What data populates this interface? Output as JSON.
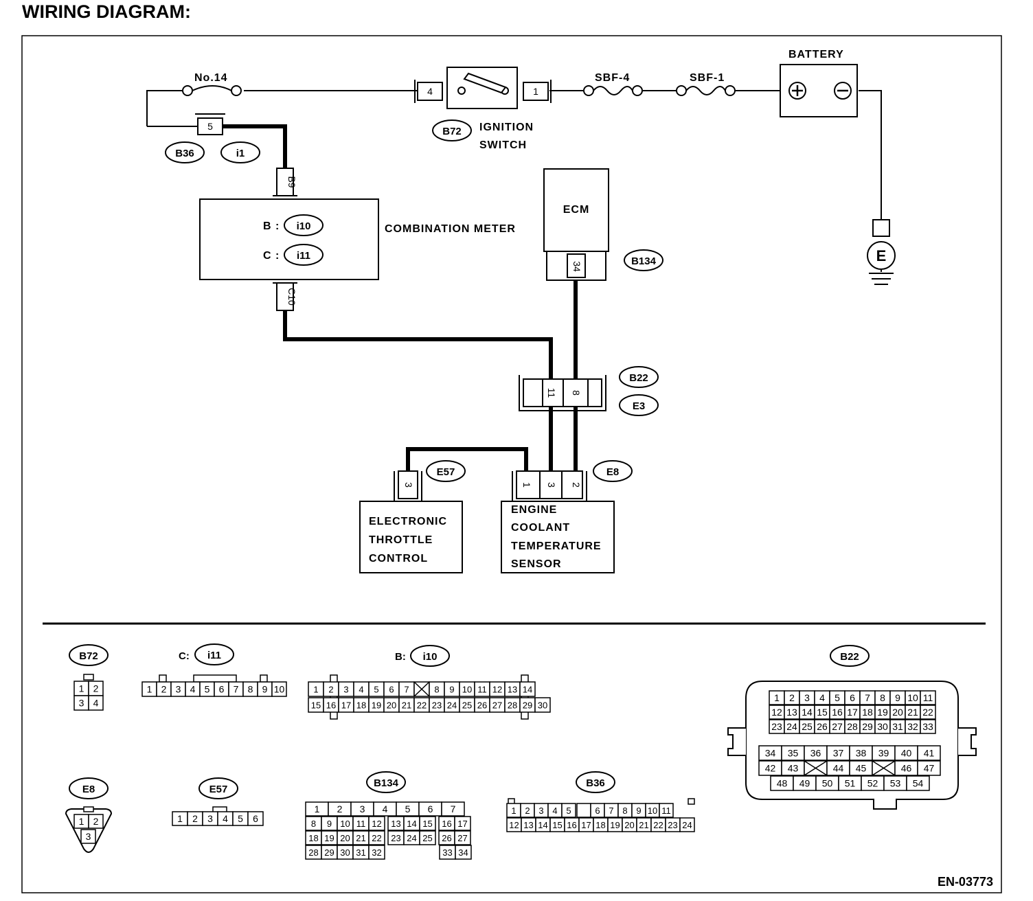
{
  "title": "WIRING DIAGRAM:",
  "doc_code": "EN-03773",
  "components": {
    "fuse_no14": "No.14",
    "battery": "BATTERY",
    "sbf4": "SBF-4",
    "sbf1": "SBF-1",
    "ignition_switch": [
      "IGNITION",
      "SWITCH"
    ],
    "combination_meter": "COMBINATION METER",
    "ecm": "ECM",
    "ground": "E",
    "etc": [
      "ELECTRONIC",
      "THROTTLE",
      "CONTROL"
    ],
    "ects": [
      "ENGINE",
      "COOLANT",
      "TEMPERATURE",
      "SENSOR"
    ],
    "meter_b": "B :",
    "meter_c": "C :"
  },
  "connectors": {
    "B72": "B72",
    "B36": "B36",
    "i1": "i1",
    "i10": "i10",
    "i11": "i11",
    "B134": "B134",
    "B22": "B22",
    "E3": "E3",
    "E57": "E57",
    "E8": "E8",
    "c_prefix": "C:",
    "b_prefix": "B:"
  },
  "pins": {
    "ign_in": "4",
    "ign_out": "1",
    "b36": "5",
    "meter_b": "B9",
    "meter_c": "C10",
    "ecm": "34",
    "b22_a": "11",
    "b22_b": "8",
    "e57": "3",
    "e8_a": "1",
    "e8_b": "3",
    "e8_c": "2"
  },
  "layouts": {
    "b72": [
      [
        "1",
        "2"
      ],
      [
        "3",
        "4"
      ]
    ],
    "i11": [
      "1",
      "2",
      "3",
      "4",
      "5",
      "6",
      "7",
      "8",
      "9",
      "10"
    ],
    "i10_top": [
      "1",
      "2",
      "3",
      "4",
      "5",
      "6",
      "7",
      "X",
      "8",
      "9",
      "10",
      "11",
      "12",
      "13",
      "14"
    ],
    "i10_bot": [
      "15",
      "16",
      "17",
      "18",
      "19",
      "20",
      "21",
      "22",
      "23",
      "24",
      "25",
      "26",
      "27",
      "28",
      "29",
      "30"
    ],
    "b22_r1": [
      "1",
      "2",
      "3",
      "4",
      "5",
      "6",
      "7",
      "8",
      "9",
      "10",
      "11"
    ],
    "b22_r2": [
      "12",
      "13",
      "14",
      "15",
      "16",
      "17",
      "18",
      "19",
      "20",
      "21",
      "22"
    ],
    "b22_r3": [
      "23",
      "24",
      "25",
      "26",
      "27",
      "28",
      "29",
      "30",
      "31",
      "32",
      "33"
    ],
    "b22_r4": [
      "34",
      "35",
      "36",
      "37",
      "38",
      "39",
      "40",
      "41"
    ],
    "b22_r5": [
      "42",
      "43",
      "X",
      "44",
      "45",
      "X",
      "46",
      "47"
    ],
    "b22_r6": [
      "48",
      "49",
      "50",
      "51",
      "52",
      "53",
      "54"
    ],
    "e8": [
      "1",
      "2",
      "3"
    ],
    "e57": [
      "1",
      "2",
      "3",
      "4",
      "5",
      "6"
    ],
    "b134_r1": [
      "1",
      "2",
      "3",
      "4",
      "5",
      "6",
      "7"
    ],
    "b134_r2": [
      "8",
      "9",
      "10",
      "11",
      "12",
      "13",
      "14",
      "15",
      "16",
      "17"
    ],
    "b134_r3": [
      "18",
      "19",
      "20",
      "21",
      "22",
      "23",
      "24",
      "25",
      "26",
      "27"
    ],
    "b134_r4": [
      "28",
      "29",
      "30",
      "31",
      "32",
      "33",
      "34"
    ],
    "b36_top": [
      "1",
      "2",
      "3",
      "4",
      "5",
      "",
      "6",
      "7",
      "8",
      "9",
      "10",
      "11"
    ],
    "b36_bot": [
      "12",
      "13",
      "14",
      "15",
      "16",
      "17",
      "18",
      "19",
      "20",
      "21",
      "22",
      "23",
      "24"
    ]
  }
}
